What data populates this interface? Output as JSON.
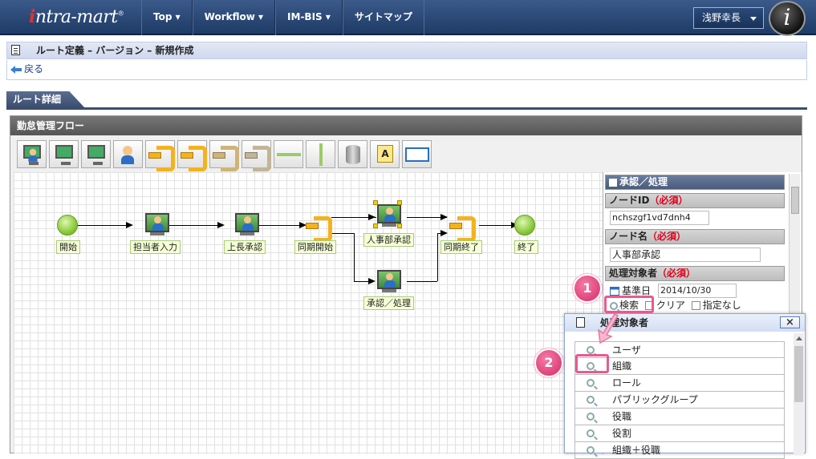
{
  "header": {
    "logo": "intra-mart",
    "nav": [
      "Top ▾",
      "Workflow ▾",
      "IM-BIS ▾",
      "サイトマップ"
    ],
    "user": "浅野幸長"
  },
  "page_title": "ルート定義 – バージョン – 新規作成",
  "back_label": "戻る",
  "tab_label": "ルート詳細",
  "flow": {
    "title": "勤怠管理フロー",
    "toolbar_icons": [
      "start-node-icon",
      "user-node-icon",
      "approve-node-icon",
      "person-node-icon",
      "sync-start-icon",
      "sync-end-icon",
      "branch-icon",
      "merge-icon",
      "connector-icon",
      "vertical-connector-icon",
      "database-icon",
      "text-note-icon",
      "window-icon"
    ],
    "nodes": {
      "start": "開始",
      "tantou": "担当者入力",
      "jouchou": "上長承認",
      "doukikaishi": "同期開始",
      "jinji": "人事部承認",
      "shounin": "承認／処理",
      "doukishuuryou": "同期終了",
      "end": "終了"
    }
  },
  "panel": {
    "section_title": "承認／処理",
    "node_id_label": "ノードID",
    "node_id_value": "nchszgf1vd7dnh4",
    "node_name_label": "ノード名",
    "node_name_value": "人事部承認",
    "target_label": "処理対象者",
    "required": "（必須）",
    "base_date_label": "基準日",
    "base_date_value": "2014/10/30",
    "search_label": "検索",
    "clear_label": "クリア",
    "none_label": "指定なし"
  },
  "dialog": {
    "title": "処理対象者",
    "items": [
      "ユーザ",
      "組織",
      "ロール",
      "パブリックグループ",
      "役職",
      "役割",
      "組織＋役職"
    ]
  },
  "callouts": [
    "1",
    "2"
  ],
  "colors": {
    "accent": "#e0427a",
    "header": "#1f3b66"
  }
}
